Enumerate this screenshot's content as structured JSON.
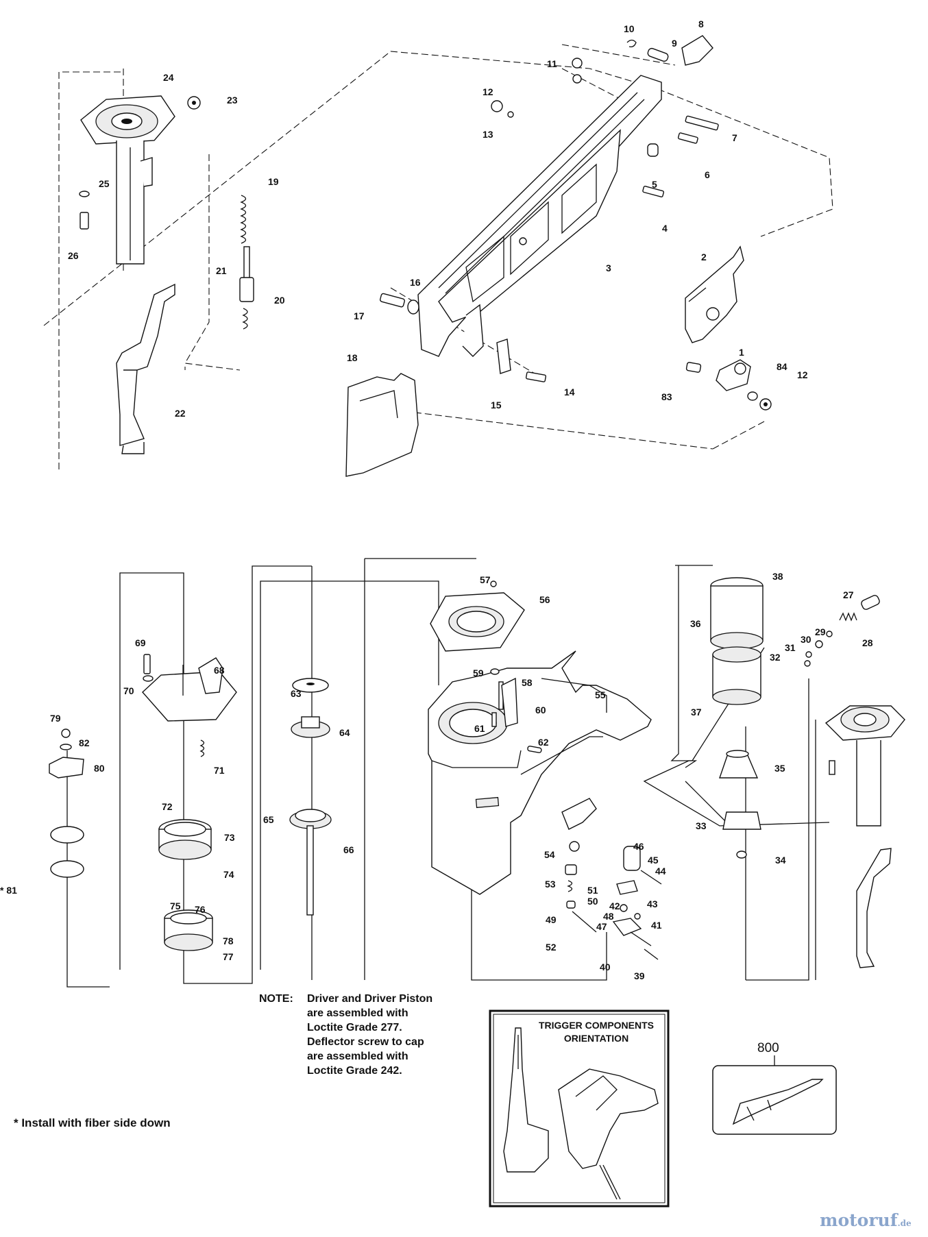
{
  "callouts": [
    {
      "id": "1",
      "label": "1"
    },
    {
      "id": "2",
      "label": "2"
    },
    {
      "id": "3",
      "label": "3"
    },
    {
      "id": "4",
      "label": "4"
    },
    {
      "id": "5",
      "label": "5"
    },
    {
      "id": "6",
      "label": "6"
    },
    {
      "id": "7",
      "label": "7"
    },
    {
      "id": "8",
      "label": "8"
    },
    {
      "id": "9",
      "label": "9"
    },
    {
      "id": "10",
      "label": "10"
    },
    {
      "id": "11",
      "label": "11"
    },
    {
      "id": "12a",
      "label": "12"
    },
    {
      "id": "12b",
      "label": "12"
    },
    {
      "id": "13",
      "label": "13"
    },
    {
      "id": "14",
      "label": "14"
    },
    {
      "id": "15",
      "label": "15"
    },
    {
      "id": "16",
      "label": "16"
    },
    {
      "id": "17",
      "label": "17"
    },
    {
      "id": "18",
      "label": "18"
    },
    {
      "id": "19",
      "label": "19"
    },
    {
      "id": "20",
      "label": "20"
    },
    {
      "id": "21",
      "label": "21"
    },
    {
      "id": "22",
      "label": "22"
    },
    {
      "id": "23",
      "label": "23"
    },
    {
      "id": "24",
      "label": "24"
    },
    {
      "id": "25",
      "label": "25"
    },
    {
      "id": "26",
      "label": "26"
    },
    {
      "id": "27",
      "label": "27"
    },
    {
      "id": "28",
      "label": "28"
    },
    {
      "id": "29",
      "label": "29"
    },
    {
      "id": "30",
      "label": "30"
    },
    {
      "id": "31",
      "label": "31"
    },
    {
      "id": "32",
      "label": "32"
    },
    {
      "id": "33",
      "label": "33"
    },
    {
      "id": "34",
      "label": "34"
    },
    {
      "id": "35",
      "label": "35"
    },
    {
      "id": "36",
      "label": "36"
    },
    {
      "id": "37",
      "label": "37"
    },
    {
      "id": "38",
      "label": "38"
    },
    {
      "id": "39",
      "label": "39"
    },
    {
      "id": "40",
      "label": "40"
    },
    {
      "id": "41",
      "label": "41"
    },
    {
      "id": "42",
      "label": "42"
    },
    {
      "id": "43",
      "label": "43"
    },
    {
      "id": "44",
      "label": "44"
    },
    {
      "id": "45",
      "label": "45"
    },
    {
      "id": "46",
      "label": "46"
    },
    {
      "id": "47",
      "label": "47"
    },
    {
      "id": "48",
      "label": "48"
    },
    {
      "id": "49",
      "label": "49"
    },
    {
      "id": "50",
      "label": "50"
    },
    {
      "id": "51",
      "label": "51"
    },
    {
      "id": "52",
      "label": "52"
    },
    {
      "id": "53",
      "label": "53"
    },
    {
      "id": "54",
      "label": "54"
    },
    {
      "id": "55",
      "label": "55"
    },
    {
      "id": "56",
      "label": "56"
    },
    {
      "id": "57",
      "label": "57"
    },
    {
      "id": "58",
      "label": "58"
    },
    {
      "id": "59",
      "label": "59"
    },
    {
      "id": "60",
      "label": "60"
    },
    {
      "id": "61",
      "label": "61"
    },
    {
      "id": "62",
      "label": "62"
    },
    {
      "id": "63",
      "label": "63"
    },
    {
      "id": "64",
      "label": "64"
    },
    {
      "id": "65",
      "label": "65"
    },
    {
      "id": "66",
      "label": "66"
    },
    {
      "id": "68",
      "label": "68"
    },
    {
      "id": "69",
      "label": "69"
    },
    {
      "id": "70",
      "label": "70"
    },
    {
      "id": "71",
      "label": "71"
    },
    {
      "id": "72",
      "label": "72"
    },
    {
      "id": "73",
      "label": "73"
    },
    {
      "id": "74",
      "label": "74"
    },
    {
      "id": "75",
      "label": "75"
    },
    {
      "id": "76",
      "label": "76"
    },
    {
      "id": "77",
      "label": "77"
    },
    {
      "id": "78",
      "label": "78"
    },
    {
      "id": "79",
      "label": "79"
    },
    {
      "id": "80",
      "label": "80"
    },
    {
      "id": "81",
      "label": "* 81"
    },
    {
      "id": "82",
      "label": "82"
    },
    {
      "id": "83",
      "label": "83"
    },
    {
      "id": "84",
      "label": "84"
    }
  ],
  "note": {
    "heading": "NOTE:",
    "body": "Driver and Driver Piston\nare assembled with\nLoctite Grade 277.\nDeflector screw to cap\nare assembled with\nLoctite Grade 242."
  },
  "install_note": "* Install with fiber side down",
  "trigger_box": {
    "title": "TRIGGER COMPONENTS\nORIENTATION"
  },
  "kit_label": "800",
  "watermark": {
    "name": "motoruf",
    "domain": ".de"
  }
}
